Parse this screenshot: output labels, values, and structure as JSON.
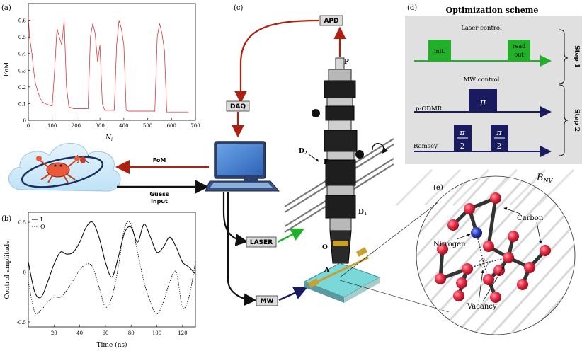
{
  "panels": {
    "a": "(a)",
    "b": "(b)",
    "c": "(c)",
    "d": "(d)",
    "e": "(e)"
  },
  "fom_chart": {
    "ylabel": "FoM",
    "xlabel": "N",
    "xlabel_sub": "i",
    "yticks": [
      "0",
      "0.1",
      "0.2",
      "0.3",
      "0.4",
      "0.5",
      "0.6"
    ],
    "xticks": [
      "0",
      "100",
      "200",
      "300",
      "400",
      "500",
      "600",
      "700"
    ]
  },
  "control_chart": {
    "ylabel": "Control amplitude",
    "xlabel": "Time (ns)",
    "yticks": [
      "-0.5",
      "0",
      "0.5"
    ],
    "xticks": [
      "20",
      "40",
      "60",
      "80",
      "100",
      "120"
    ],
    "legend": [
      "I",
      "Q"
    ]
  },
  "chart_data": [
    {
      "type": "line",
      "title": "",
      "xlabel": "N_i",
      "ylabel": "FoM",
      "xlim": [
        0,
        700
      ],
      "ylim": [
        0,
        0.7
      ],
      "series": [
        {
          "x": [
            0,
            5,
            10,
            15,
            20,
            25,
            30,
            40,
            50,
            60,
            70,
            80,
            90,
            100,
            110,
            120,
            130,
            140,
            150,
            160,
            170,
            180,
            190,
            200,
            210,
            220,
            230,
            240,
            250,
            260,
            270,
            280,
            290,
            300,
            310,
            320,
            330,
            340,
            350,
            360,
            370,
            380,
            390,
            400,
            410,
            420,
            430,
            440,
            450,
            460,
            470,
            480,
            490,
            500,
            510,
            520,
            530,
            540,
            550,
            560,
            570,
            580,
            590,
            600,
            610,
            620,
            630,
            640,
            650,
            660,
            670
          ],
          "values": [
            0.62,
            0.5,
            0.45,
            0.4,
            0.33,
            0.27,
            0.22,
            0.17,
            0.13,
            0.11,
            0.1,
            0.095,
            0.09,
            0.085,
            0.3,
            0.55,
            0.5,
            0.45,
            0.6,
            0.2,
            0.08,
            0.075,
            0.07,
            0.07,
            0.07,
            0.07,
            0.07,
            0.07,
            0.07,
            0.5,
            0.58,
            0.52,
            0.35,
            0.45,
            0.1,
            0.06,
            0.06,
            0.06,
            0.06,
            0.06,
            0.45,
            0.6,
            0.55,
            0.45,
            0.06,
            0.055,
            0.055,
            0.055,
            0.055,
            0.055,
            0.055,
            0.055,
            0.055,
            0.055,
            0.055,
            0.055,
            0.055,
            0.5,
            0.58,
            0.52,
            0.42,
            0.05,
            0.05,
            0.05,
            0.05,
            0.05,
            0.05,
            0.05,
            0.05,
            0.05,
            0.05
          ]
        }
      ]
    },
    {
      "type": "line",
      "title": "",
      "xlabel": "Time (ns)",
      "ylabel": "Control amplitude",
      "xlim": [
        0,
        130
      ],
      "ylim": [
        -0.55,
        0.6
      ],
      "series": [
        {
          "name": "I",
          "x": [
            0,
            5,
            10,
            15,
            20,
            25,
            30,
            35,
            40,
            45,
            50,
            55,
            60,
            65,
            70,
            75,
            80,
            85,
            90,
            95,
            100,
            105,
            110,
            115,
            120,
            125,
            130
          ],
          "values": [
            0.1,
            -0.2,
            -0.25,
            -0.1,
            0.08,
            0.2,
            0.18,
            0.2,
            0.3,
            0.45,
            0.5,
            0.35,
            0.1,
            -0.05,
            0.15,
            0.4,
            0.45,
            0.3,
            0.48,
            0.35,
            0.2,
            0.25,
            0.35,
            0.25,
            0.1,
            0.05,
            -0.02
          ]
        },
        {
          "name": "Q",
          "x": [
            0,
            5,
            10,
            15,
            20,
            25,
            30,
            35,
            40,
            45,
            50,
            55,
            60,
            65,
            70,
            75,
            80,
            85,
            90,
            95,
            100,
            105,
            110,
            115,
            120,
            125,
            130
          ],
          "values": [
            -0.1,
            -0.4,
            -0.38,
            -0.3,
            -0.25,
            -0.25,
            -0.18,
            -0.08,
            0.02,
            0.08,
            0.05,
            -0.15,
            -0.35,
            -0.25,
            0.05,
            0.45,
            0.48,
            0.2,
            -0.1,
            -0.3,
            -0.42,
            -0.3,
            -0.1,
            0.0,
            -0.35,
            -0.25,
            0.1
          ]
        }
      ]
    }
  ],
  "loop": {
    "fom_label": "FoM",
    "guess_label_1": "Guess",
    "guess_label_2": "input"
  },
  "setup": {
    "apd": "APD",
    "daq": "DAQ",
    "laser": "LASER",
    "mw": "MW",
    "labels": {
      "P": "P",
      "D2": "D",
      "D2_sub": "2",
      "F": "F",
      "D1": "D",
      "D1_sub": "1",
      "O": "O",
      "A": "A"
    }
  },
  "scheme": {
    "title": "Optimization scheme",
    "laser_control": "Laser control",
    "init": "init.",
    "read": "read",
    "out": "out",
    "mw_control": "MW control",
    "p_odmr": "p-ODMR",
    "pi": "π",
    "ramsey": "Ramsey",
    "half_num": "π",
    "half_den": "2",
    "step1": "Step 1",
    "step2": "Step 2",
    "colors": {
      "panel": "#e0e0e0",
      "green": "#22b02a",
      "navy": "#1a1a5e"
    }
  },
  "nv": {
    "field": "B",
    "field_sub": "NV",
    "nitrogen": "Nitrogen",
    "carbon": "Carbon",
    "vacancy": "Vacancy"
  }
}
